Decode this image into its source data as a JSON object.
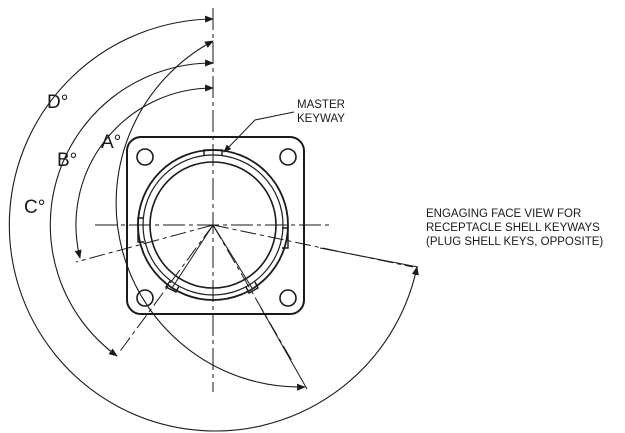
{
  "labels": {
    "angle_a": "A°",
    "angle_b": "B°",
    "angle_c": "C°",
    "angle_d": "D°",
    "master_keyway_line1": "MASTER",
    "master_keyway_line2": "KEYWAY",
    "note_line1": "ENGAGING FACE VIEW FOR",
    "note_line2": "RECEPTACLE SHELL KEYWAYS",
    "note_line3": "(PLUG SHELL KEYS, OPPOSITE)"
  },
  "colors": {
    "line": "#1a1a1a",
    "background": "#ffffff"
  }
}
